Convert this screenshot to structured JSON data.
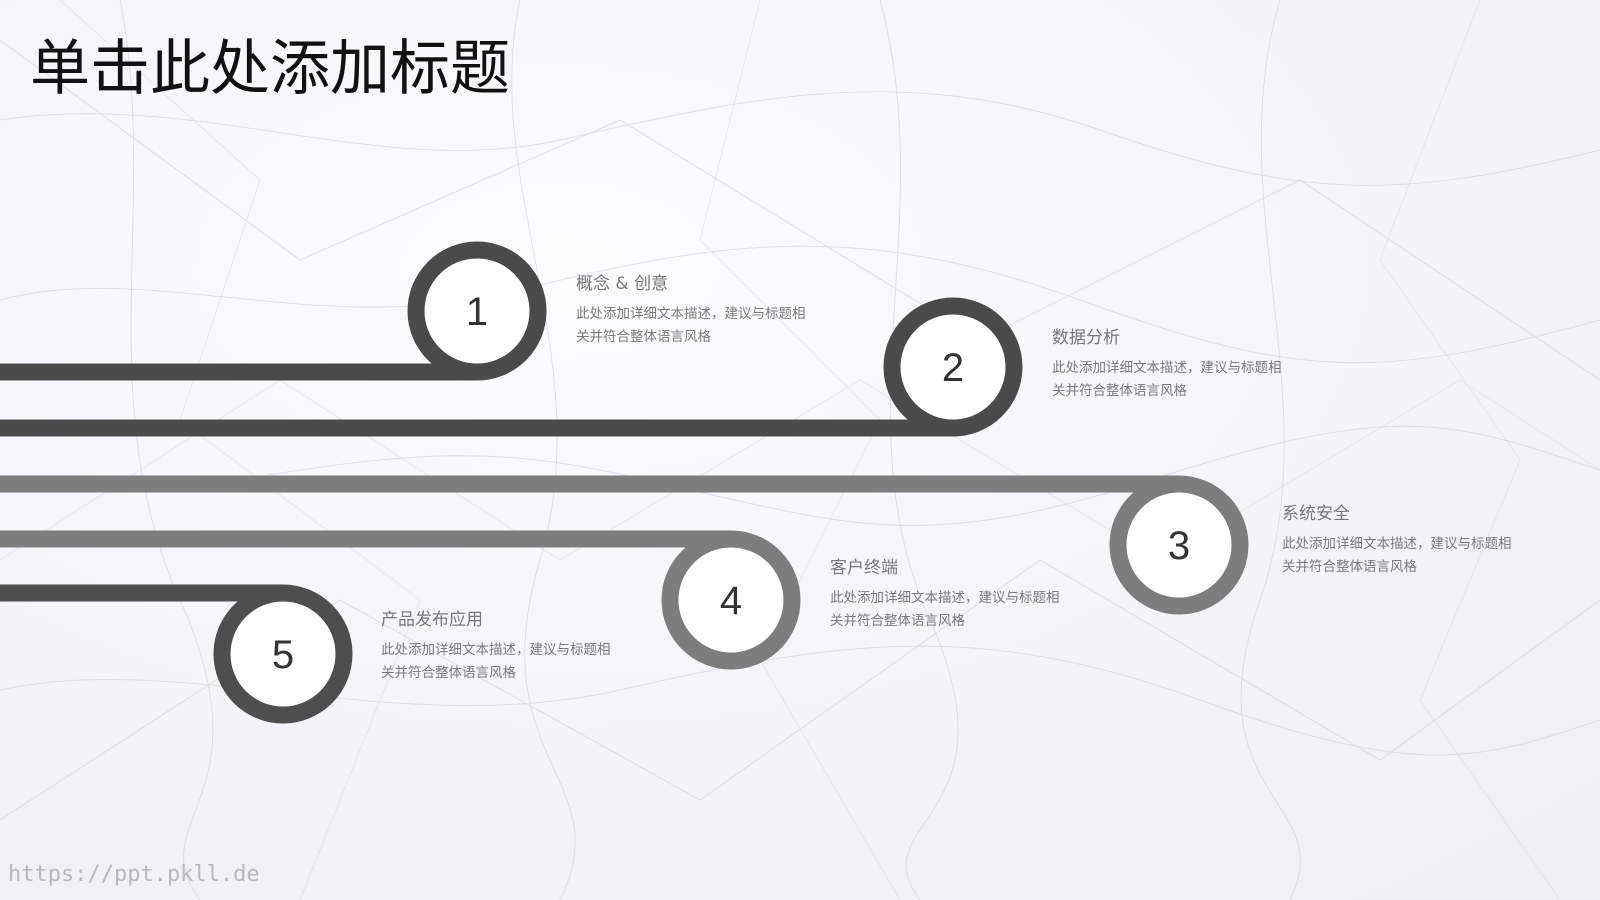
{
  "title": "单击此处添加标题",
  "steps": [
    {
      "number": "1",
      "heading": "概念 & 创意",
      "description": "此处添加详细文本描述，建议与标题相关并符合整体语言风格",
      "color": "#4a4a4a"
    },
    {
      "number": "2",
      "heading": "数据分析",
      "description": "此处添加详细文本描述，建议与标题相关并符合整体语言风格",
      "color": "#4a4a4a"
    },
    {
      "number": "3",
      "heading": "系统安全",
      "description": "此处添加详细文本描述，建议与标题相关并符合整体语言风格",
      "color": "#7d7d7d"
    },
    {
      "number": "4",
      "heading": "客户终端",
      "description": "此处添加详细文本描述，建议与标题相关并符合整体语言风格",
      "color": "#7d7d7d"
    },
    {
      "number": "5",
      "heading": "产品发布应用",
      "description": "此处添加详细文本描述，建议与标题相关并符合整体语言风格",
      "color": "#4e4e4e"
    }
  ],
  "watermark": "https://ppt.pkll.de"
}
